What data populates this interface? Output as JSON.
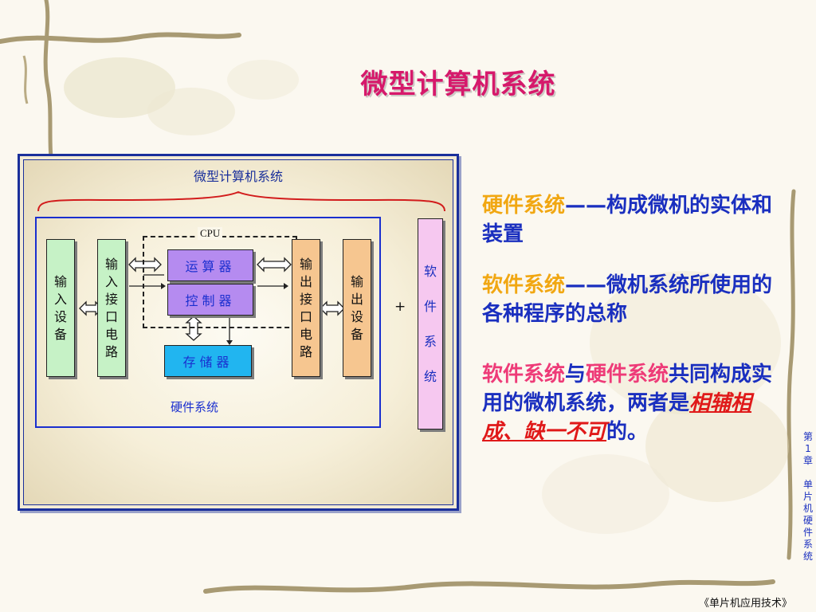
{
  "slide": {
    "title": "微型计算机系统",
    "footer": "《单片机应用技术》",
    "side_label_top": [
      "第",
      "1",
      "章"
    ],
    "side_label_bottom": [
      "单",
      "片",
      "机",
      "硬",
      "件",
      "系",
      "统"
    ]
  },
  "diagram": {
    "title": "微型计算机系统",
    "hardware_label": "硬件系统",
    "cpu_label": "CPU",
    "plus": "+",
    "input_device": [
      "输",
      "入",
      "设",
      "备"
    ],
    "input_interface": [
      "输",
      "入",
      "接",
      "口",
      "电",
      "路"
    ],
    "alu": "运算器",
    "controller": "控制器",
    "memory": "存储器",
    "output_interface": [
      "输",
      "出",
      "接",
      "口",
      "电",
      "路"
    ],
    "output_device": [
      "输",
      "出",
      "设",
      "备"
    ],
    "software": [
      "软",
      "件",
      "系",
      "统"
    ]
  },
  "text": {
    "p1_kw": "硬件系统",
    "p1_rest": "——构成微机的实体和装置",
    "p2_kw": "软件系统",
    "p2_rest": "——微机系统所使用的各种程序的总称",
    "p3_kw1": "软件系统",
    "p3_mid": "与",
    "p3_kw2": "硬件系统",
    "p3_rest": "共同构成实用的微机系统，两者是",
    "p3_emph": "相辅相成、缺一不可",
    "p3_end": "的。"
  },
  "colors": {
    "title": "#d6196b",
    "text_blue": "#1a2fbf",
    "keyword_yellow": "#f1a712",
    "keyword_pink": "#ee3b78",
    "emphasis_red": "#e01919",
    "input_device": "#c6f2c6",
    "interface_in": "#c6f2c6",
    "alu_controller": "#b58bf0",
    "memory": "#21b5f0",
    "output": "#f6c690",
    "software": "#f6c8f0"
  }
}
